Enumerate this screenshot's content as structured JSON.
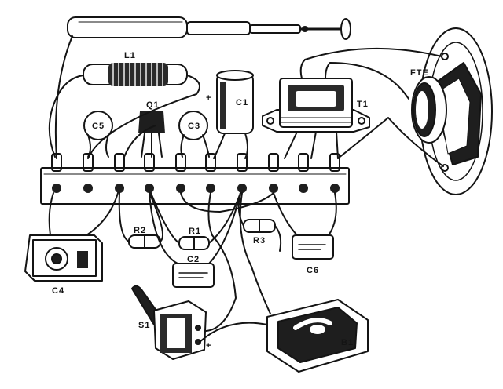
{
  "labels": {
    "antenna_coil": "L1",
    "capacitor_c5": "C5",
    "transistor": "Q1",
    "capacitor_c3": "C3",
    "capacitor_c1": "C1",
    "transformer": "T1",
    "speaker": "FTE",
    "capacitor_c4": "C4",
    "resistor_r2": "R2",
    "resistor_r1": "R1",
    "resistor_r3": "R3",
    "capacitor_c2": "C2",
    "capacitor_c6": "C6",
    "switch": "S1",
    "battery": "B1",
    "plus_c1": "+",
    "plus_battery": "+"
  },
  "colors": {
    "ink": "#141414",
    "paper": "#ffffff"
  },
  "icons": {
    "antenna": "telescopic-antenna-icon",
    "speaker": "loudspeaker-icon",
    "battery": "battery-icon",
    "switch": "toggle-switch-icon"
  }
}
